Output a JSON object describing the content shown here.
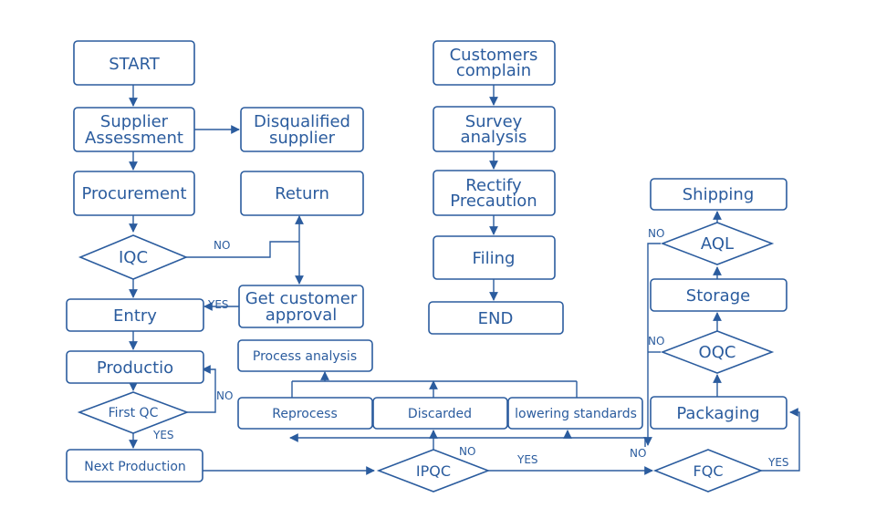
{
  "nodes": {
    "start": "START",
    "supplier_assessment_l1": "Supplier",
    "supplier_assessment_l2": "Assessment",
    "disqualified_l1": "Disqualified",
    "disqualified_l2": "supplier",
    "procurement": "Procurement",
    "return": "Return",
    "iqc": "IQC",
    "get_approval_l1": "Get customer",
    "get_approval_l2": "approval",
    "entry": "Entry",
    "production": "Productio",
    "first_qc": "First QC",
    "next_production": "Next Production",
    "process_analysis": "Process analysis",
    "reprocess": "Reprocess",
    "discarded": "Discarded",
    "lowering_standards": "lowering standards",
    "ipqc": "IPQC",
    "fqc": "FQC",
    "packaging": "Packaging",
    "oqc": "OQC",
    "storage": "Storage",
    "aql": "AQL",
    "shipping": "Shipping",
    "customers_complain_l1": "Customers",
    "customers_complain_l2": "complain",
    "survey_l1": "Survey",
    "survey_l2": "analysis",
    "rectify_l1": "Rectify",
    "rectify_l2": "Precaution",
    "filing": "Filing",
    "end": "END"
  },
  "edge_labels": {
    "iqc_no": "NO",
    "approval_yes": "YES",
    "firstqc_no": "NO",
    "firstqc_yes": "YES",
    "ipqc_no": "NO",
    "ipqc_yes": "YES",
    "fqc_no": "NO",
    "fqc_yes": "YES",
    "oqc_no": "NO",
    "aql_no": "NO"
  },
  "colors": {
    "stroke": "#2b5c9e",
    "background": "#ffffff"
  }
}
